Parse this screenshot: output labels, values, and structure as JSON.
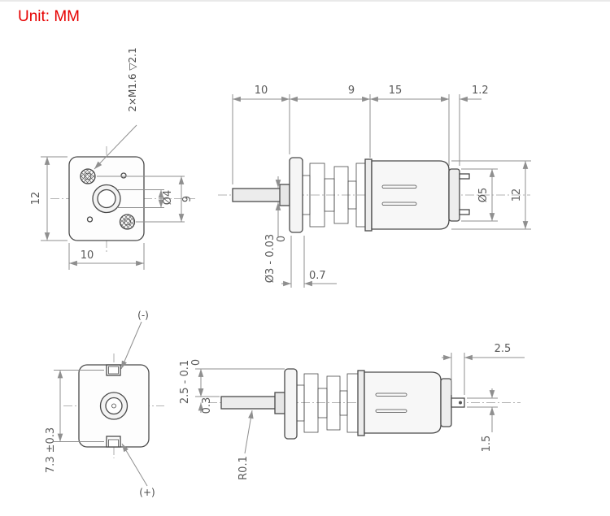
{
  "unit_label": "Unit: MM",
  "colors": {
    "accent_red": "#e60000",
    "part_line": "#4a4a4a",
    "dim_line": "#8f8f8f"
  },
  "front_top_view": {
    "hole_note": "2×M1.6 ▽2.1",
    "height": "12",
    "width": "10",
    "shaft_hole_dia": "Ø4",
    "hole_spacing": "9"
  },
  "side_top_view": {
    "shaft_length": "10",
    "gearbox_length": "9",
    "motor_length": "15",
    "cap_length": "1.2",
    "cap_dia": "Ø5",
    "body_height": "12",
    "shaft_dia": "Ø3 - 0.03",
    "shaft_dia_upper": "0",
    "front_step": "0.7"
  },
  "front_bottom_view": {
    "terminal_negative": "(-)",
    "terminal_positive": "(+)",
    "terminal_spacing": "7.3 ±0.3"
  },
  "side_bottom_view": {
    "terminal_length": "2.5",
    "shaft_offset": "2.5 - 0.1",
    "shaft_offset_upper": "0",
    "step": "0.3",
    "terminal_height": "1.5",
    "fillet_radius": "R0.1"
  }
}
